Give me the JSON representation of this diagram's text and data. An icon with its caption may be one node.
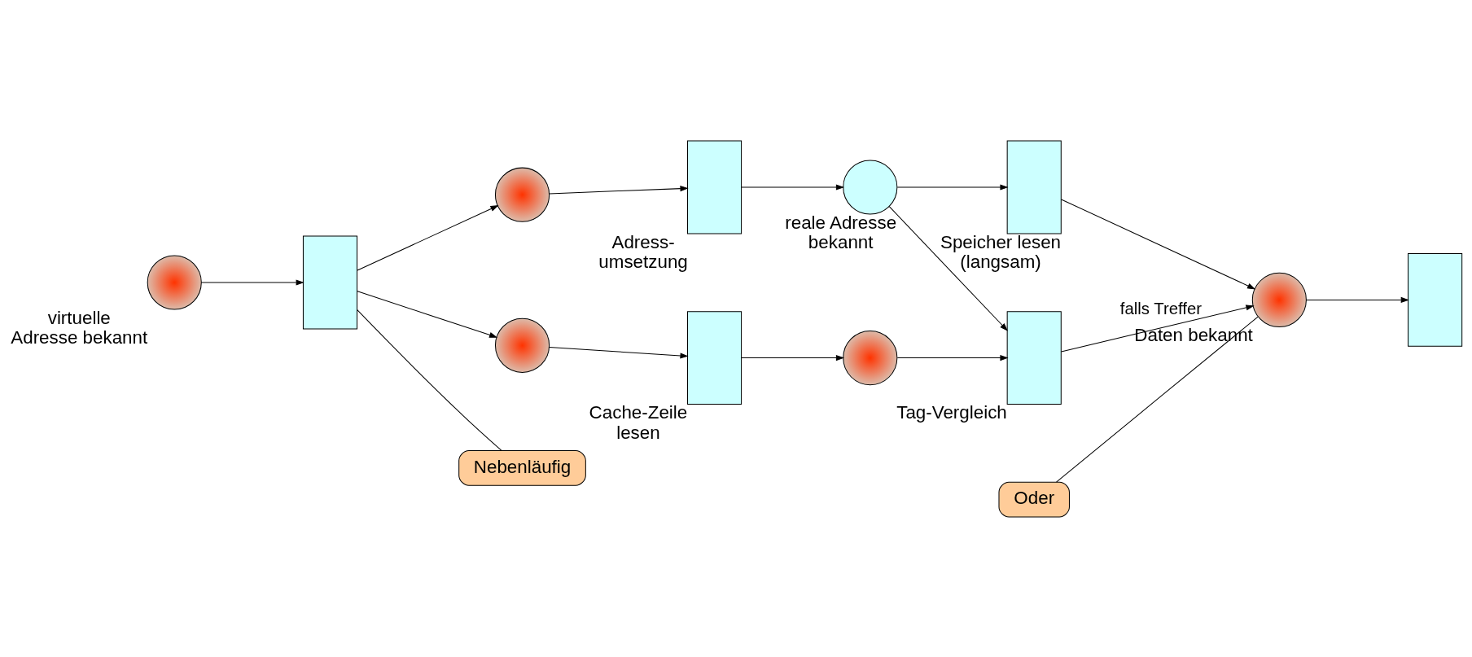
{
  "diagram": {
    "nodes": [
      {
        "text": [],
        "shape": "circle",
        "beside": [
          "virtuelle Adresse bekannt"
        ]
      },
      {
        "text": [],
        "shape": "box"
      },
      {
        "text": [],
        "shape": "circle"
      },
      {
        "text": [],
        "shape": "circle"
      },
      {
        "text": [],
        "shape": "box",
        "beside": [
          "Adress- umsetzung"
        ]
      },
      {
        "text": [],
        "shape": "box",
        "beside": [
          "Cache-Zeile lesen"
        ]
      },
      {
        "text": [],
        "shape": "circle",
        "beside": [
          "reale Adresse bekannt"
        ]
      },
      {
        "text": [],
        "shape": "circle"
      },
      {
        "text": [],
        "shape": "box",
        "beside": [
          "Speicher lesen (langsam)"
        ]
      },
      {
        "text": [],
        "shape": "box",
        "beside": [
          "Tag-Vergleich"
        ]
      },
      {
        "text": [],
        "shape": "circle",
        "beside": [
          "Daten bekannt"
        ]
      },
      {
        "text": [],
        "shape": "box"
      },
      {
        "text": [
          "Nebenläufig"
        ]
      },
      {
        "text": [
          "Oder"
        ]
      }
    ],
    "edges": [
      {
        "from": 0,
        "to": 1,
        "arrow": "to"
      },
      {
        "from": 1,
        "to": 2,
        "arrow": "to"
      },
      {
        "from": 1,
        "to": 3,
        "arrow": "to"
      },
      {
        "from": 2,
        "to": 4,
        "arrow": "to"
      },
      {
        "from": 3,
        "to": 5,
        "arrow": "to"
      },
      {
        "from": 4,
        "to": 6,
        "arrow": "to"
      },
      {
        "from": 5,
        "to": 7,
        "arrow": "to"
      },
      {
        "from": 6,
        "to": 8,
        "arrow": "to"
      },
      {
        "from": 6,
        "to": 9,
        "arrow": "to"
      },
      {
        "from": 7,
        "to": 9,
        "arrow": "to"
      },
      {
        "from": 8,
        "to": 10,
        "arrow": "to"
      },
      {
        "from": 9,
        "to": 10,
        "arrow": "to",
        "label": "falls Treffer"
      },
      {
        "from": 10,
        "to": 11,
        "arrow": "to"
      },
      {
        "from": 12,
        "to": 1,
        "arrow": "none"
      },
      {
        "from": 13,
        "to": 10,
        "arrow": "none"
      }
    ]
  }
}
